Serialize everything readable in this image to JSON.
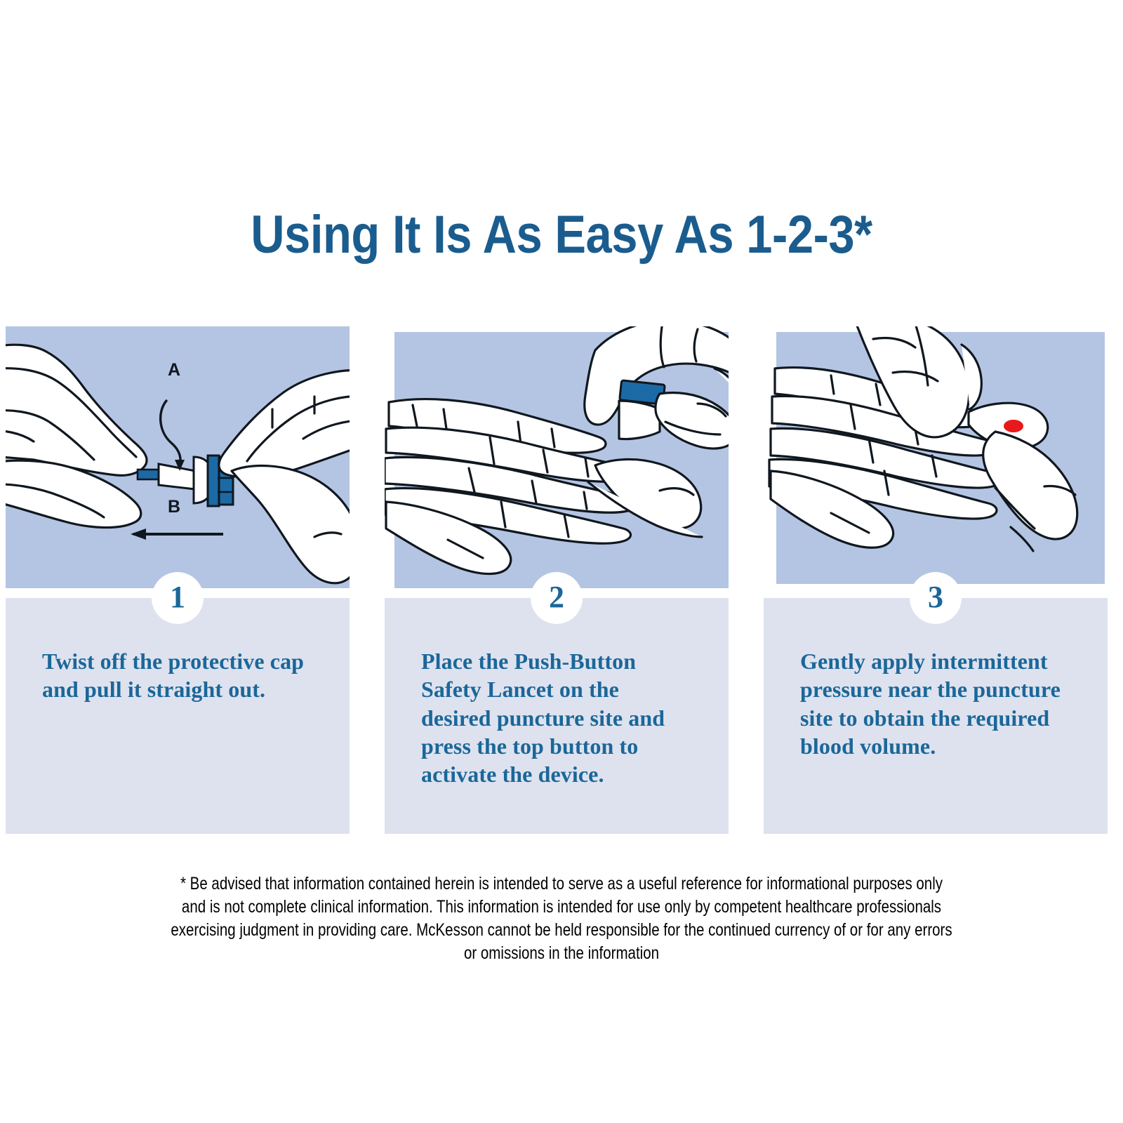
{
  "title": "Using It Is As Easy As 1-2-3*",
  "colors": {
    "title_blue": "#1b5c8e",
    "text_blue": "#1b6799",
    "art_background": "#b4c5e3",
    "text_panel_background": "#dee2ef",
    "device_blue": "#1b6aa5",
    "blood_red": "#e8191c",
    "outline": "#10171f",
    "page_background": "#ffffff"
  },
  "steps": [
    {
      "number": "1",
      "text": "Twist off the protective cap and pull it straight out.",
      "art_labels": {
        "rotate": "A",
        "pull": "B"
      },
      "art_description": "two hands twisting off the protective cap of a lancet"
    },
    {
      "number": "2",
      "text": "Place the Push-Button Safety Lancet on the desired puncture site and press the top button to activate the device.",
      "art_labels": {},
      "art_description": "hand placing the push-button safety lancet against a fingertip"
    },
    {
      "number": "3",
      "text": "Gently apply intermittent pressure near the puncture site to obtain the required blood volume.",
      "art_labels": {},
      "art_description": "hand squeezing a fingertip with a drop of blood at the puncture site"
    }
  ],
  "footnote": "* Be advised that information contained herein is intended to serve as a useful reference for informational purposes only and is not complete clinical information. This information is intended for use only by competent healthcare professionals exercising judgment in providing care. McKesson cannot be held responsible for the continued currency of or for any errors or omissions in the information"
}
